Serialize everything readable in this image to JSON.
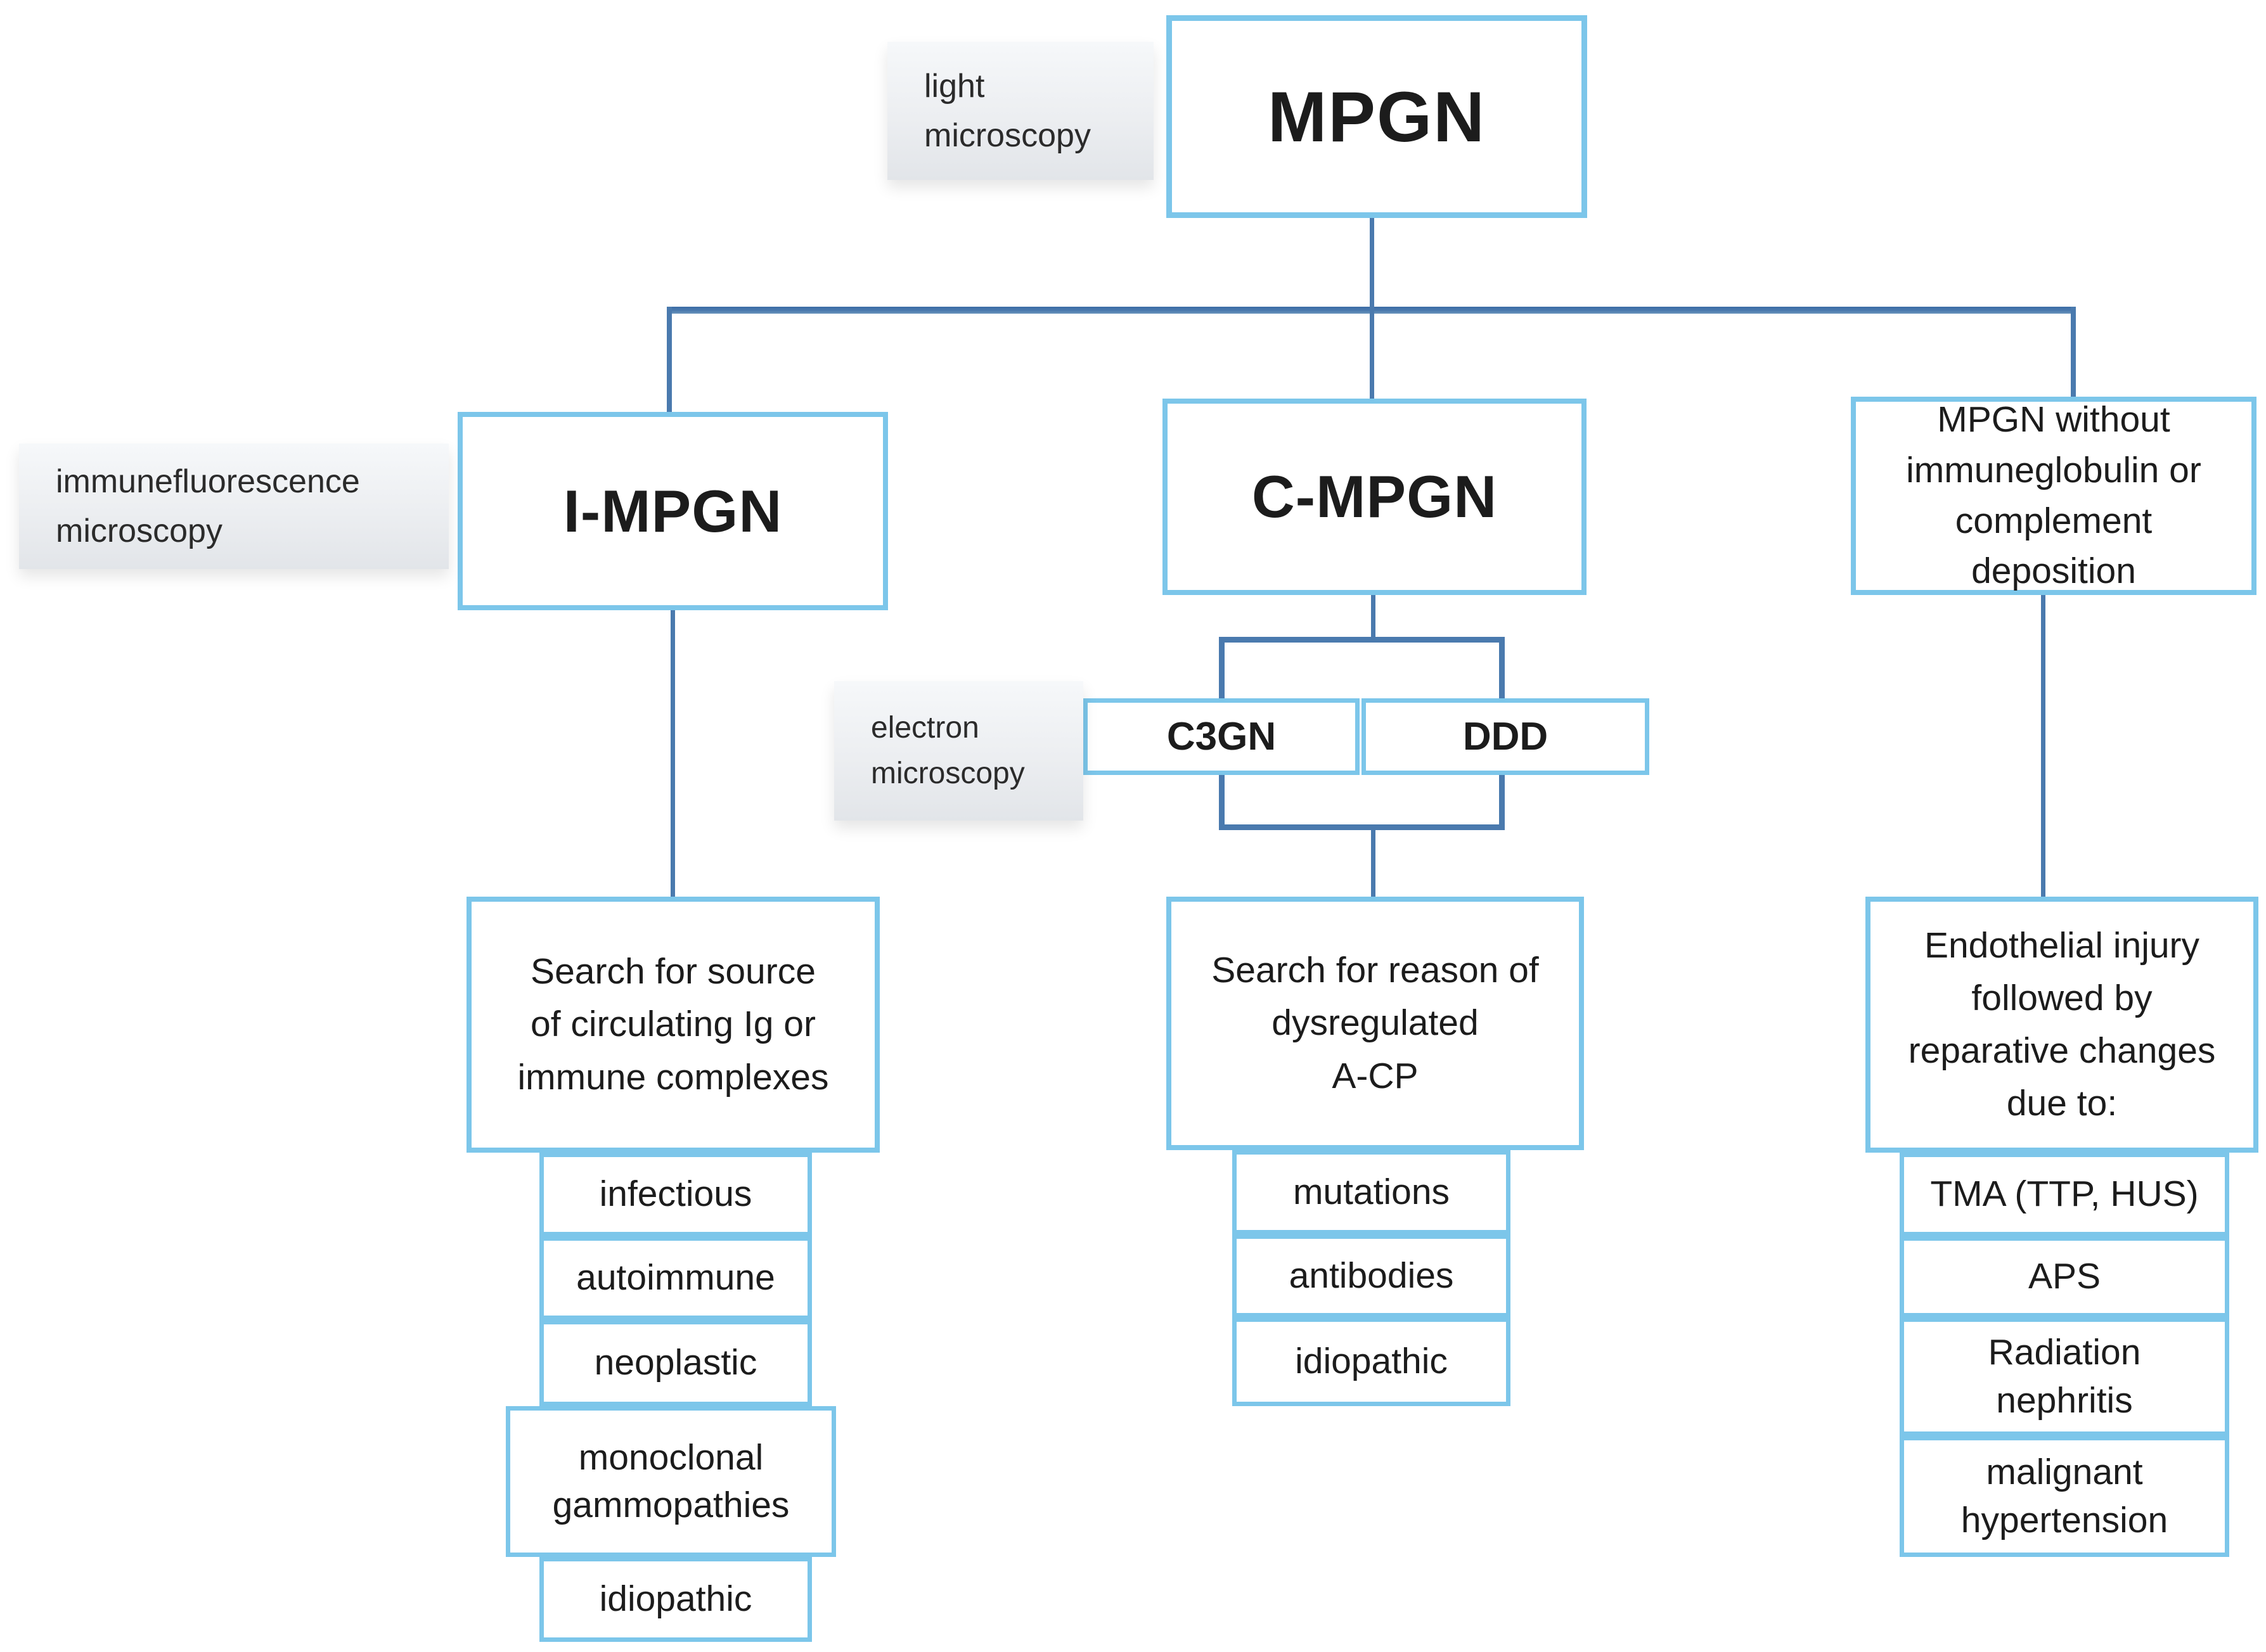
{
  "figure_type": "flowchart",
  "topic": "MPGN classification",
  "root": {
    "label": "MPGN"
  },
  "labels": {
    "light": "light\nmicroscopy",
    "immunofluorescence": "immunefluorescence\nmicroscopy",
    "electron": "electron\nmicroscopy"
  },
  "branches": {
    "left": {
      "node": "I-MPGN",
      "action": "Search for source\nof circulating Ig or\nimmune complexes",
      "causes": [
        "infectious",
        "autoimmune",
        "neoplastic",
        "monoclonal\ngammopathies",
        "idiopathic"
      ]
    },
    "center": {
      "node": "C-MPGN",
      "subtypes": [
        "C3GN",
        "DDD"
      ],
      "action": "Search for reason of\ndysregulated\nA-CP",
      "causes": [
        "mutations",
        "antibodies",
        "idiopathic"
      ]
    },
    "right": {
      "node": "MPGN without\nimmuneglobulin or\ncomplement\ndeposition",
      "action": "Endothelial injury\nfollowed by\nreparative changes\ndue to:",
      "causes": [
        "TMA (TTP, HUS)",
        "APS",
        "Radiation\nnephritis",
        "malignant\nhypertension"
      ]
    }
  },
  "colors": {
    "box_border": "#7cc6ea",
    "connector": "#4a7aae",
    "label_bg_top": "#f6f8fa",
    "label_bg_bottom": "#e2e5e9",
    "text": "#1c1c1c",
    "background": "#ffffff"
  }
}
